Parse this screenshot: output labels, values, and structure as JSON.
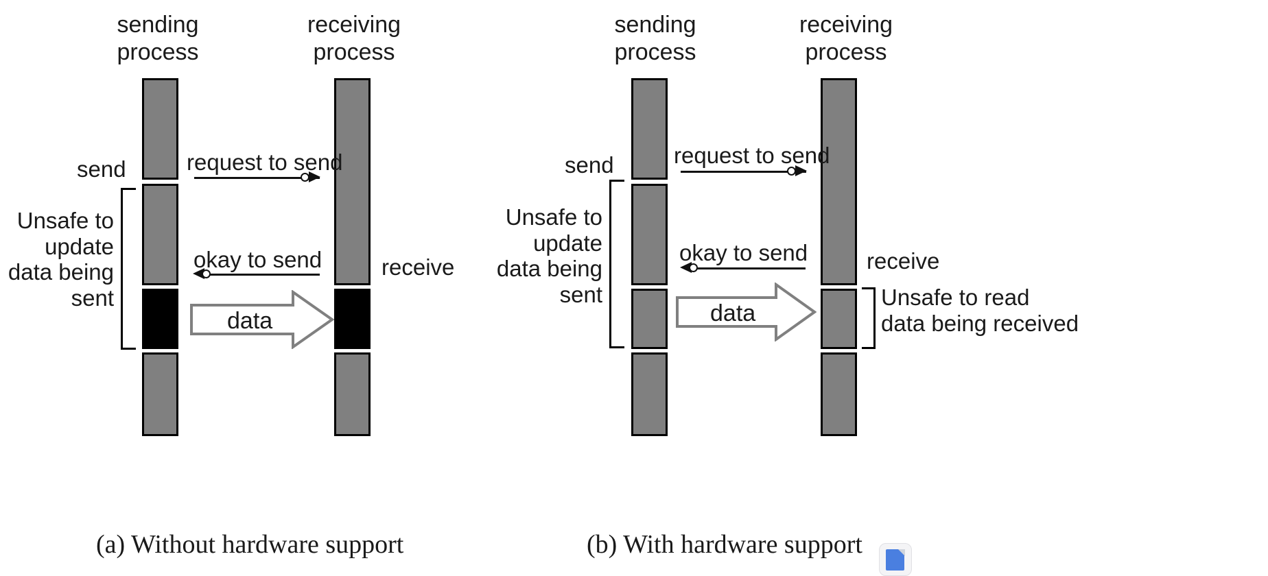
{
  "figure": {
    "type": "sequence-timeline",
    "background": "#ffffff",
    "colors": {
      "process_block_active": "#808080",
      "process_block_blocked": "#000000",
      "outline": "#000000",
      "text": "#1a1a1a",
      "block_arrow_fill": "#ffffff",
      "block_arrow_outline": "#808080"
    }
  },
  "panels": [
    {
      "id": "a",
      "caption": "(a) Without hardware support",
      "headers": {
        "sender": {
          "line1": "sending",
          "line2": "process"
        },
        "receiver": {
          "line1": "receiving",
          "line2": "process"
        }
      },
      "side_labels": {
        "send": "send",
        "receive": "receive"
      },
      "annotations": [
        {
          "name": "unsafe-to-update",
          "lines": [
            "Unsafe to",
            "update",
            "data being",
            "sent"
          ],
          "side": "left",
          "bracketed": true
        }
      ],
      "messages": [
        {
          "name": "request-to-send",
          "label": "request to send",
          "direction": "right",
          "style": "thin"
        },
        {
          "name": "okay-to-send",
          "label": "okay to send",
          "direction": "left",
          "style": "thin"
        },
        {
          "name": "data",
          "label": "data",
          "direction": "right",
          "style": "block"
        }
      ],
      "sender_segments": [
        {
          "state": "active",
          "fill": "#808080"
        },
        {
          "state": "active",
          "fill": "#808080"
        },
        {
          "state": "blocked",
          "fill": "#000000"
        },
        {
          "state": "active",
          "fill": "#808080"
        }
      ],
      "receiver_segments": [
        {
          "state": "active",
          "fill": "#808080"
        },
        {
          "state": "blocked",
          "fill": "#000000"
        },
        {
          "state": "active",
          "fill": "#808080"
        }
      ]
    },
    {
      "id": "b",
      "caption": "(b) With hardware support",
      "headers": {
        "sender": {
          "line1": "sending",
          "line2": "process"
        },
        "receiver": {
          "line1": "receiving",
          "line2": "process"
        }
      },
      "side_labels": {
        "send": "send",
        "receive": "receive"
      },
      "annotations": [
        {
          "name": "unsafe-to-update",
          "lines": [
            "Unsafe to",
            "update",
            "data being",
            "sent"
          ],
          "side": "left",
          "bracketed": true
        },
        {
          "name": "unsafe-to-read",
          "lines": [
            "Unsafe to read",
            "data being received"
          ],
          "side": "right",
          "bracketed": true
        }
      ],
      "messages": [
        {
          "name": "request-to-send",
          "label": "request to send",
          "direction": "right",
          "style": "thin"
        },
        {
          "name": "okay-to-send",
          "label": "okay to send",
          "direction": "left",
          "style": "thin"
        },
        {
          "name": "data",
          "label": "data",
          "direction": "right",
          "style": "block"
        }
      ],
      "sender_segments": [
        {
          "state": "active",
          "fill": "#808080"
        },
        {
          "state": "active",
          "fill": "#808080"
        },
        {
          "state": "active",
          "fill": "#808080"
        },
        {
          "state": "active",
          "fill": "#808080"
        }
      ],
      "receiver_segments": [
        {
          "state": "active",
          "fill": "#808080"
        },
        {
          "state": "active",
          "fill": "#808080"
        },
        {
          "state": "active",
          "fill": "#808080"
        }
      ]
    }
  ],
  "badge": {
    "name": "document-app-icon"
  }
}
